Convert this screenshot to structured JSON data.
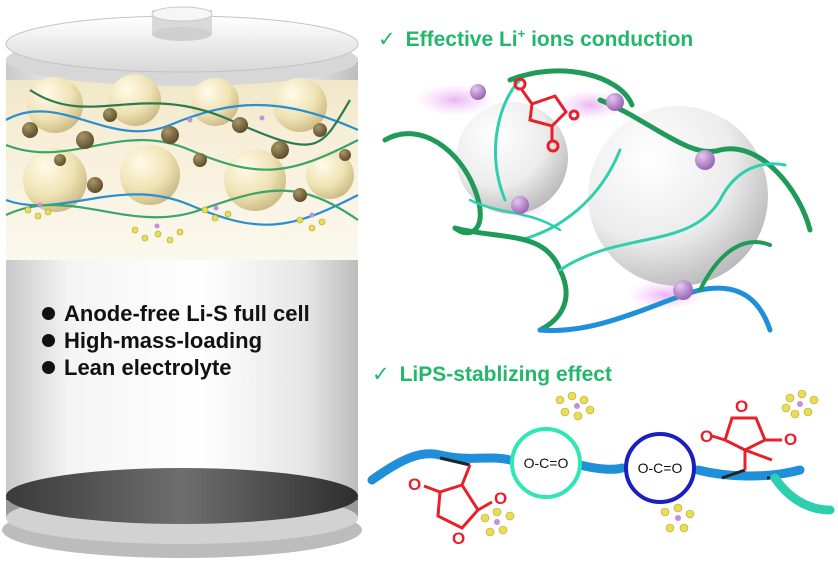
{
  "battery": {
    "bullets": [
      {
        "text": "Anode-free Li-S full cell"
      },
      {
        "text": "High-mass-loading"
      },
      {
        "text": "Lean electrolyte"
      }
    ]
  },
  "headings": {
    "ion_conduction": {
      "check": "✓",
      "text": "Effective Li",
      "sup": "+",
      "tail": " ions conduction"
    },
    "lips": {
      "check": "✓",
      "text": "LiPS-stablizing effect"
    }
  },
  "polymer": {
    "group_left": "O-C=O",
    "group_right": "O-C=O",
    "atom_o": "O"
  },
  "colors": {
    "heading_green": "#22b86a",
    "chain_blue": "#1e8fd8",
    "chain_green": "#1f9a58",
    "ester_ring_cyan": "#2ee6b6",
    "ester_ring_blue": "#1a1fc0",
    "anhydride_red": "#e8202a",
    "sulfur_yellow": "#e9dd55",
    "lithium_violet": "#b37ad0"
  }
}
